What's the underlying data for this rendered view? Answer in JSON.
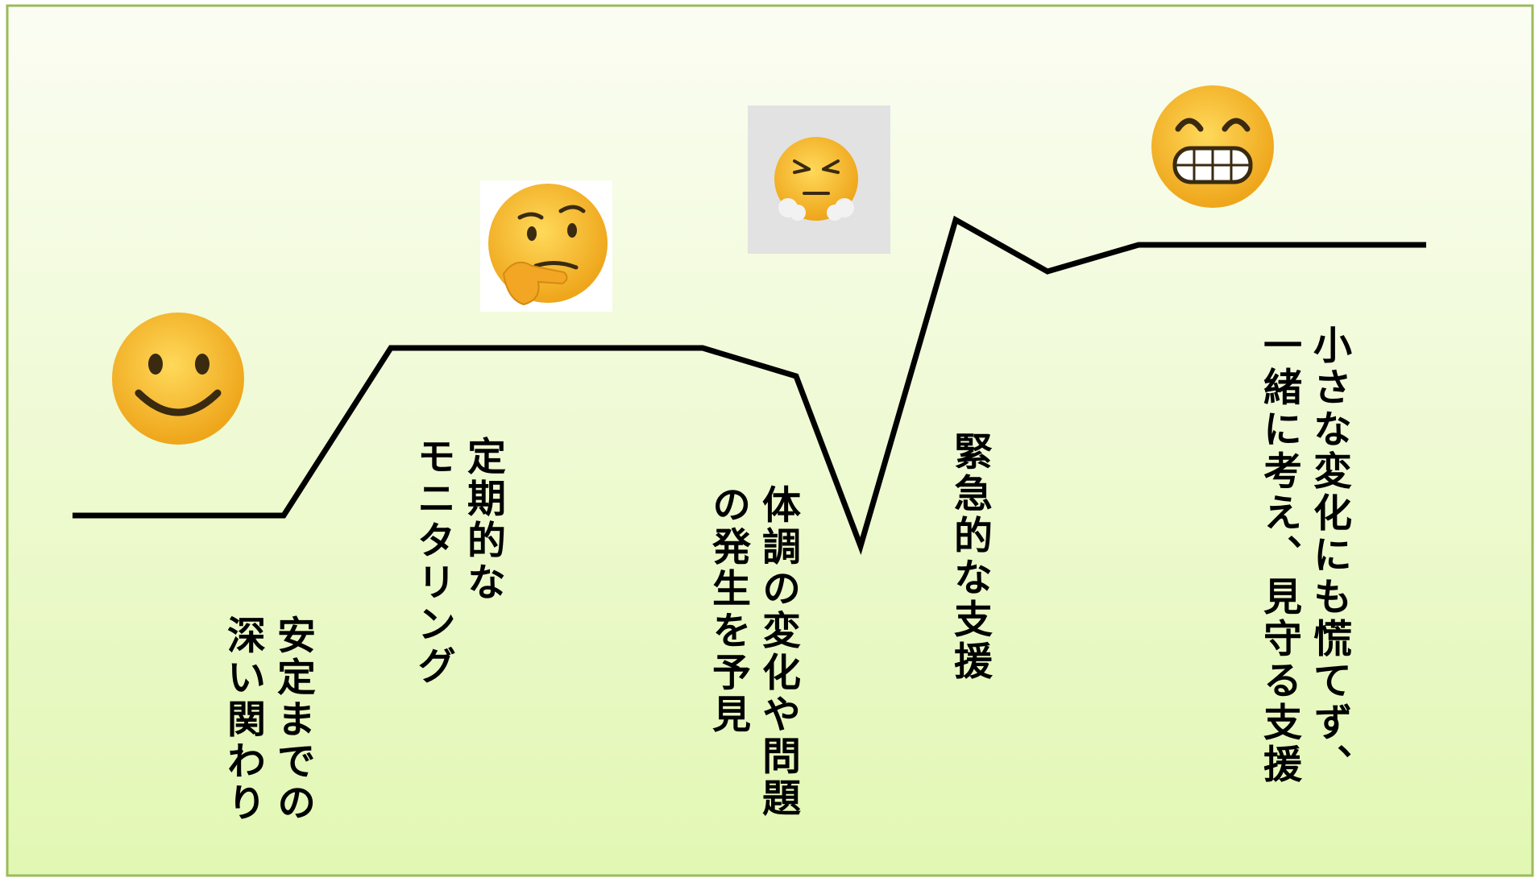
{
  "colors": {
    "background_top": "#fbfdf3",
    "background_bottom": "#e2f7b3",
    "border": "#9bbb59",
    "line": "#000000",
    "face_fill": "#f6b829",
    "face_dark": "#3a2a10"
  },
  "emojis": [
    {
      "name": "smiling-face-icon"
    },
    {
      "name": "thinking-face-icon"
    },
    {
      "name": "angry-steam-face-icon"
    },
    {
      "name": "grinning-face-icon"
    }
  ],
  "stages": [
    {
      "lines": [
        "安定までの",
        "深い関わり"
      ]
    },
    {
      "lines": [
        "定期的な",
        "モニタリング"
      ]
    },
    {
      "lines": [
        "体調の変化や問題",
        "の発生を予見"
      ]
    },
    {
      "lines": [
        "緊急的な支援"
      ]
    },
    {
      "lines": [
        "小さな変化にも慌てず、",
        "一緒に考え、見守る支援"
      ]
    }
  ]
}
